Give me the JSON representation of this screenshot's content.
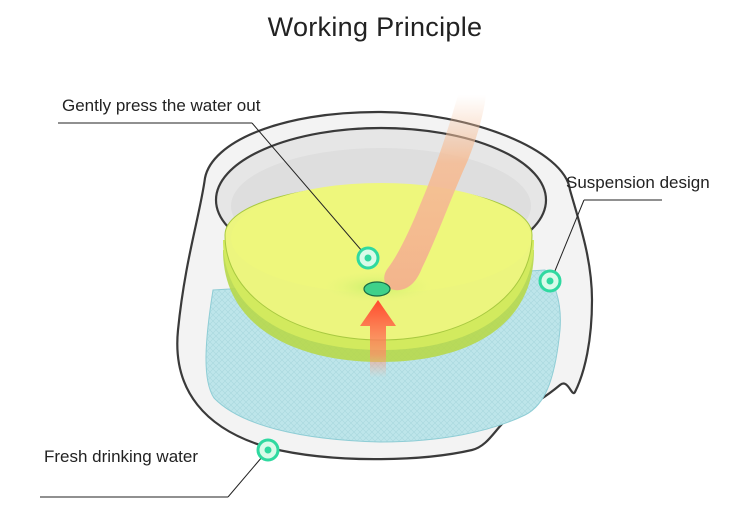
{
  "title": "Working Principle",
  "labels": {
    "press": "Gently press the water out",
    "suspension": "Suspension design",
    "fresh": "Fresh drinking water"
  },
  "colors": {
    "bowl_outline": "#3a3a3a",
    "bowl_fill": "#f2f2f2",
    "inner_tray": "#e8f47a",
    "tray_rim": "#b7d84a",
    "water": "#bfe6ea",
    "marker": "#2fd9a0",
    "arrow": "#ff5a3c",
    "finger": "#f3b48c"
  },
  "icons": [
    "marker-dot-icon",
    "up-arrow-icon",
    "finger-icon"
  ]
}
